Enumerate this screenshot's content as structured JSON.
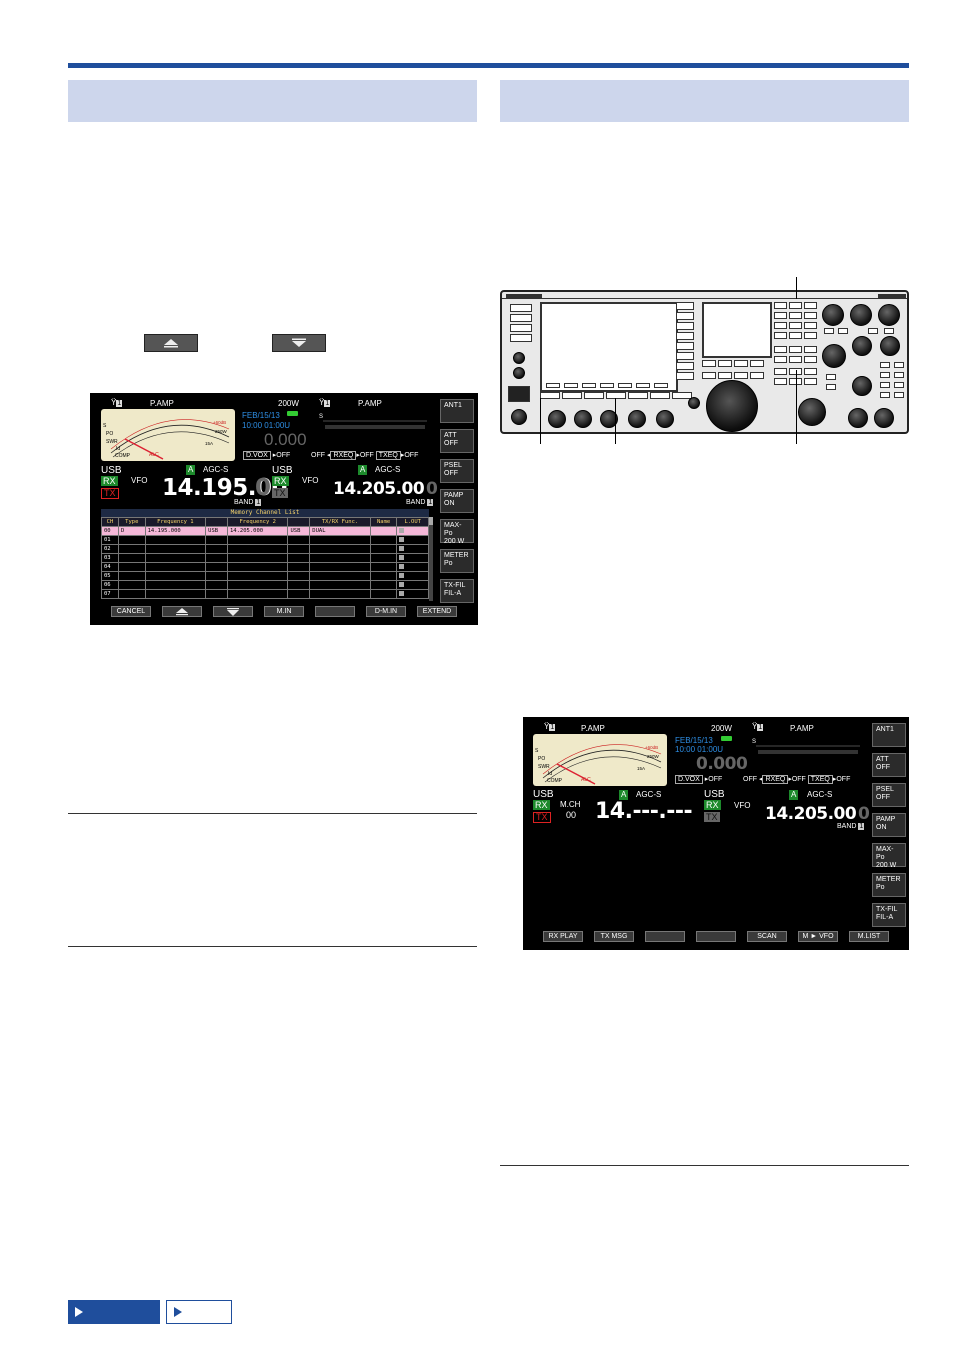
{
  "left_screen": {
    "antenna_label": "1",
    "pamp": "P.AMP",
    "power": "200W",
    "antenna2_label": "1",
    "pamp2": "P.AMP",
    "date": "FEB/15/13",
    "time": "10:00 01:00U",
    "rit": "0.000",
    "dvox": "D.VOX",
    "dvox_state": "OFF",
    "off_label": "OFF",
    "rxeq": "RXEQ",
    "rxeq_state": "OFF",
    "txeq": "TXEQ",
    "txeq_state": "OFF",
    "mode_a": "USB",
    "rx": "RX",
    "tx": "TX",
    "vfo": "VFO",
    "agc_a": "AGC-S",
    "vfo_a_tag": "A",
    "freq_main": "14.195.00",
    "freq_main_last": "0",
    "band": "BAND",
    "band_num": "1",
    "mode_b": "USB",
    "vfo_b": "VFO",
    "agc_b": "AGC-S",
    "vfo_b_tag": "A",
    "freq_sub": "14.205.00",
    "freq_sub_last": "0",
    "band2": "BAND",
    "band2_num": "1",
    "side_buttons": [
      {
        "l1": "ANT1",
        "l2": ""
      },
      {
        "l1": "ATT",
        "l2": "OFF"
      },
      {
        "l1": "PSEL",
        "l2": "OFF"
      },
      {
        "l1": "PAMP",
        "l2": "ON"
      },
      {
        "l1": "MAX-Po",
        "l2": "200 W"
      },
      {
        "l1": "METER",
        "l2": "Po"
      },
      {
        "l1": "TX-FIL",
        "l2": "FIL-A"
      }
    ],
    "memory_list_title": "Memory Channel List",
    "memory_headers": [
      "CH",
      "Type",
      "Frequency 1",
      "",
      "Frequency 2",
      "",
      "TX/RX Func.",
      "Name",
      "L.OUT"
    ],
    "memory_rows": [
      [
        "00",
        "D",
        "14.195.000",
        "USB",
        "14.205.000",
        "USB",
        "DUAL",
        "",
        ""
      ],
      [
        "01",
        "",
        "",
        "",
        "",
        "",
        "",
        "",
        ""
      ],
      [
        "02",
        "",
        "",
        "",
        "",
        "",
        "",
        "",
        ""
      ],
      [
        "03",
        "",
        "",
        "",
        "",
        "",
        "",
        "",
        ""
      ],
      [
        "04",
        "",
        "",
        "",
        "",
        "",
        "",
        "",
        ""
      ],
      [
        "05",
        "",
        "",
        "",
        "",
        "",
        "",
        "",
        ""
      ],
      [
        "06",
        "",
        "",
        "",
        "",
        "",
        "",
        "",
        ""
      ],
      [
        "07",
        "",
        "",
        "",
        "",
        "",
        "",
        "",
        ""
      ]
    ],
    "function_keys": [
      "CANCEL",
      "",
      "",
      "M.IN",
      "",
      "D-M.IN",
      "EXTEND"
    ]
  },
  "right_screen": {
    "antenna_label": "1",
    "pamp": "P.AMP",
    "power": "200W",
    "antenna2_label": "1",
    "pamp2": "P.AMP",
    "date": "FEB/15/13",
    "time": "10:00 01:00U",
    "rit": "0.000",
    "dvox": "D.VOX",
    "dvox_state": "OFF",
    "off_label": "OFF",
    "rxeq": "RXEQ",
    "rxeq_state": "OFF",
    "txeq": "TXEQ",
    "txeq_state": "OFF",
    "mode_a": "USB",
    "rx": "RX",
    "tx": "TX",
    "mch": "M.CH",
    "mch_num": "00",
    "agc_a": "AGC-S",
    "vfo_a_tag": "A",
    "freq_main": "14.---.---",
    "mode_b": "USB",
    "vfo_b": "VFO",
    "agc_b": "AGC-S",
    "vfo_b_tag": "A",
    "freq_sub": "14.205.00",
    "freq_sub_last": "0",
    "band2": "BAND",
    "band2_num": "1",
    "side_buttons": [
      {
        "l1": "ANT1",
        "l2": ""
      },
      {
        "l1": "ATT",
        "l2": "OFF"
      },
      {
        "l1": "PSEL",
        "l2": "OFF"
      },
      {
        "l1": "PAMP",
        "l2": "ON"
      },
      {
        "l1": "MAX-Po",
        "l2": "200 W"
      },
      {
        "l1": "METER",
        "l2": "Po"
      },
      {
        "l1": "TX-FIL",
        "l2": "FIL-A"
      }
    ],
    "function_keys": [
      "RX PLAY",
      "TX MSG",
      "",
      "",
      "SCAN",
      "M ► VFO",
      "M.LIST"
    ]
  },
  "meter_scale": {
    "s_row": "S",
    "po_row": "PO",
    "swr_row": "SWR",
    "id_row": "Id",
    "comp_row": "COMP",
    "alc": "ALC",
    "plus60": "+60dB",
    "w250": "250W",
    "a15": "15A"
  },
  "colors": {
    "header_blue": "#1f4e9c",
    "section_band": "#cdd6ec",
    "freq_blue": "#2e8fe6",
    "rx_green": "#1d8a2c",
    "tx_red": "#dd2222",
    "memory_select": "#f5b8d8"
  }
}
